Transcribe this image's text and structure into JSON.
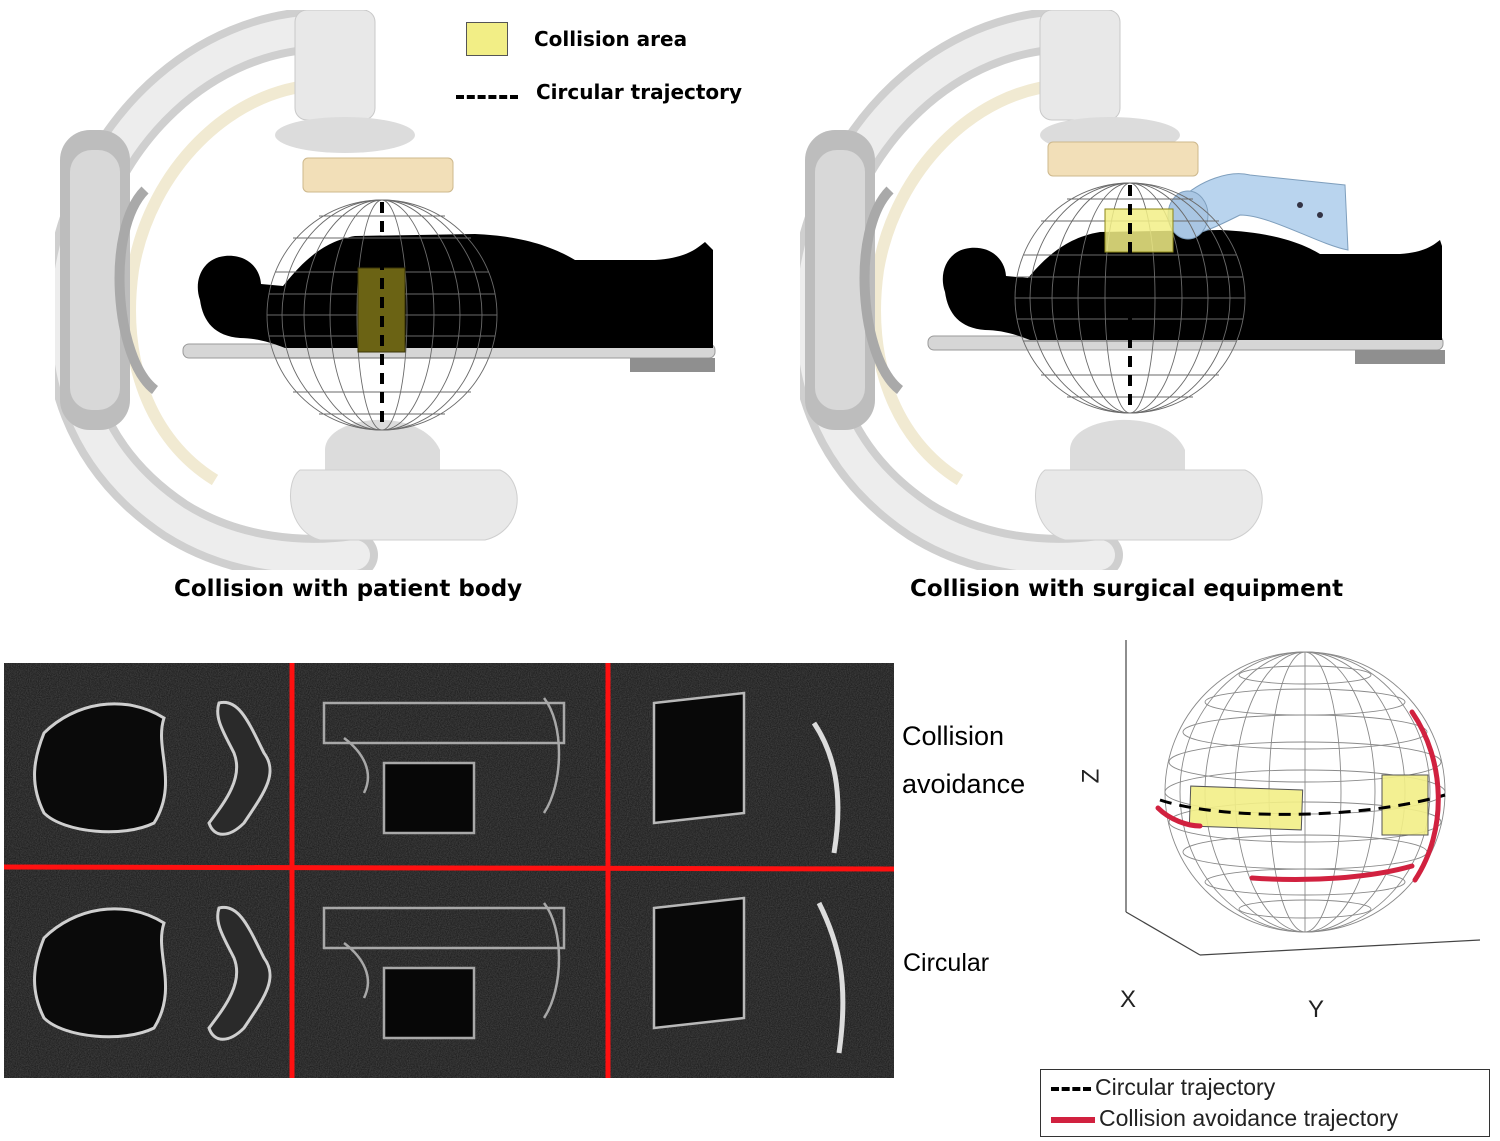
{
  "legend_top": {
    "collision_area": "Collision area",
    "circular_trajectory": "Circular trajectory"
  },
  "captions": {
    "left": "Collision with patient body",
    "right": "Collision with surgical equipment"
  },
  "reconstructions": {
    "rows": [
      {
        "label_line1": "Collision",
        "label_line2": "avoidance"
      },
      {
        "label_line1": "Circular",
        "label_line2": ""
      }
    ]
  },
  "sphere_plot": {
    "axes": {
      "z": "Z",
      "x": "X",
      "y": "Y"
    },
    "legend": {
      "circular": "Circular trajectory",
      "avoidance": "Collision avoidance trajectory"
    }
  },
  "colors": {
    "collision_area": "#f2ee86",
    "collision_area_dark": "#6b6314",
    "avoidance": "#d1213f",
    "divider": "#ff1010",
    "c_arm": "#e6e6e6",
    "detector": "#f2dfb8",
    "robot_arm": "#b9d4ee"
  }
}
